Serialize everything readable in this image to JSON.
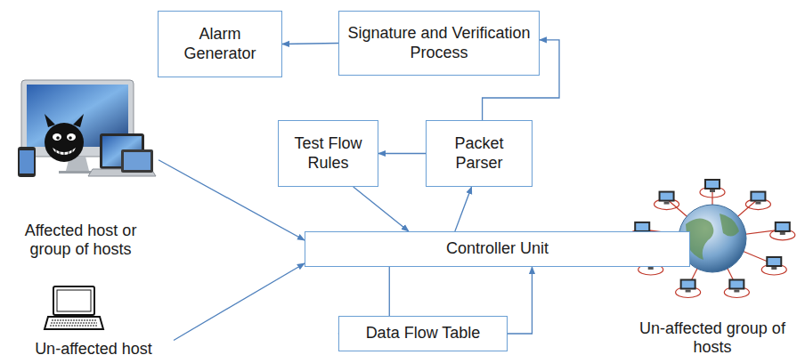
{
  "diagram": {
    "nodes": [
      {
        "text": [
          "Alarm Generator"
        ]
      },
      {
        "text": [
          "Signature and Verification Process"
        ]
      },
      {
        "text": [
          "Test Flow Rules"
        ]
      },
      {
        "text": [
          "Packet Parser"
        ]
      },
      {
        "text": [
          "Affected host or group of hosts"
        ]
      },
      {
        "text": [
          "Controller Unit"
        ]
      },
      {
        "text": [
          "Un-affected host"
        ]
      },
      {
        "text": [
          "Data Flow Table"
        ]
      },
      {
        "text": [
          "Un-affected group of hosts"
        ]
      }
    ],
    "edges": [
      {
        "from": 1,
        "to": 0,
        "arrow": "to"
      },
      {
        "from": 3,
        "to": 1,
        "arrow": "to"
      },
      {
        "from": 3,
        "to": 2,
        "arrow": "to"
      },
      {
        "from": 2,
        "to": 5,
        "arrow": "to"
      },
      {
        "from": 5,
        "to": 3,
        "arrow": "to"
      },
      {
        "from": 4,
        "to": 5,
        "arrow": "to"
      },
      {
        "from": 6,
        "to": 5,
        "arrow": "to"
      },
      {
        "from": 8,
        "to": 5,
        "arrow": "to"
      },
      {
        "from": 5,
        "to": 7,
        "arrow": "to"
      },
      {
        "from": 7,
        "to": 5,
        "arrow": "to"
      }
    ]
  }
}
